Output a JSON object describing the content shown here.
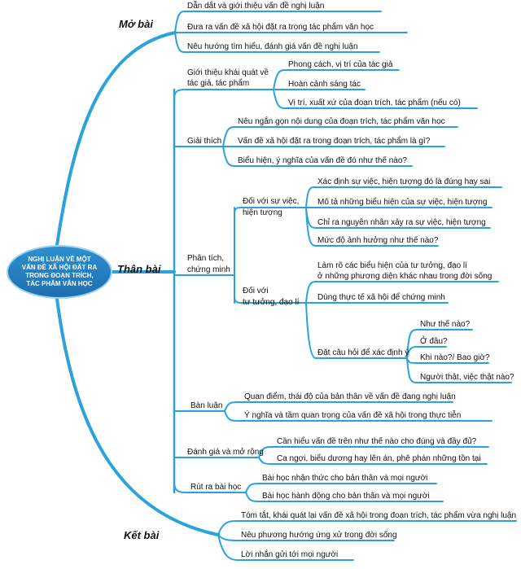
{
  "center": {
    "lines": [
      "NGHỊ LUẬN VỀ MỘT",
      "VẤN ĐỀ XÃ HỘI ĐẶT RA",
      "TRONG ĐOẠN TRÍCH,",
      "TÁC PHẨM VĂN HỌC"
    ]
  },
  "sections": {
    "mo_bai": "Mở bài",
    "than_bai": "Thân bài",
    "ket_bai": "Kết bài"
  },
  "mo_bai": [
    "Dẫn dắt và giới thiệu vấn đề nghị luận",
    "Đưa ra vấn đề xã hội đặt ra trong tác phẩm văn học",
    "Nêu hướng tìm hiểu, đánh giá vấn đề nghị luận"
  ],
  "than_bai": {
    "gioi_thieu": {
      "label": [
        "Giới thiệu khái quát về",
        "tác giả, tác phẩm"
      ],
      "items": [
        "Phong cách, vị trí của tác giả",
        "Hoàn cảnh sáng tác",
        "Vị trí, xuất xứ của đoạn trích, tác phẩm (nếu có)"
      ]
    },
    "giai_thich": {
      "label": "Giải thích",
      "items": [
        "Nêu ngắn gọn nội dung của đoạn trích, tác phẩm văn học",
        "Vấn đề xã hội đặt ra trong đoạn trích, tác phẩm là gì?",
        "Biểu hiện, ý nghĩa của vấn đề đó như thế nào?"
      ]
    },
    "phan_tich": {
      "label": [
        "Phân tích,",
        "chứng minh"
      ],
      "su_viec": {
        "label": [
          "Đối với sự việc,",
          "hiện tượng"
        ],
        "items": [
          "Xác định sự việc, hiện tượng đó là đúng hay sai",
          "Mô tả những biểu hiện của sự việc, hiện tượng",
          "Chỉ ra nguyên nhân xảy ra sự việc, hiện tượng",
          "Mức độ ảnh hưởng như thế nào?"
        ]
      },
      "tu_tuong": {
        "label": [
          "Đối với",
          "tư tưởng, đạo lí"
        ],
        "items": [
          [
            "Làm rõ các biểu hiện của tư tưởng, đạo lí",
            "ở những phương diện khác nhau trong đời sống"
          ],
          "Dùng thực tế xã hội để chứng minh",
          "Đặt câu hỏi để xác định ý"
        ],
        "questions": [
          "Như thế nào?",
          "Ở đâu?",
          "Khi nào?/ Bao giờ?",
          "Người thật, việc thật nào?"
        ]
      }
    },
    "ban_luan": {
      "label": "Bàn luận",
      "items": [
        "Quan điểm, thái độ của bản thân về vấn đề đang nghị luận",
        "Ý nghĩa và tầm quan trọng của vấn đề xã hội trong thực tiễn"
      ]
    },
    "danh_gia": {
      "label": "Đánh giá và mở rộng",
      "items": [
        "Cần hiểu vấn đề trên như thế nào cho đúng và đầy đủ?",
        "Ca ngợi, biểu dương hay lên án, phê phán những tồn tại"
      ]
    },
    "rut_ra": {
      "label": "Rút ra bài học",
      "items": [
        "Bài học nhận thức cho bản thân và mọi người",
        "Bài học hành động cho bản thân và mọi người"
      ]
    }
  },
  "ket_bai": [
    "Tóm tắt, khái quát lại vấn đề xã hội trong đoạn trích, tác phẩm vừa nghị luận",
    "Nêu phương hướng ứng xử trong đời sống",
    "Lời nhắn gửi tới mọi người"
  ],
  "colors": {
    "branch": "#2aa3dc",
    "center": "#1d6fae"
  }
}
